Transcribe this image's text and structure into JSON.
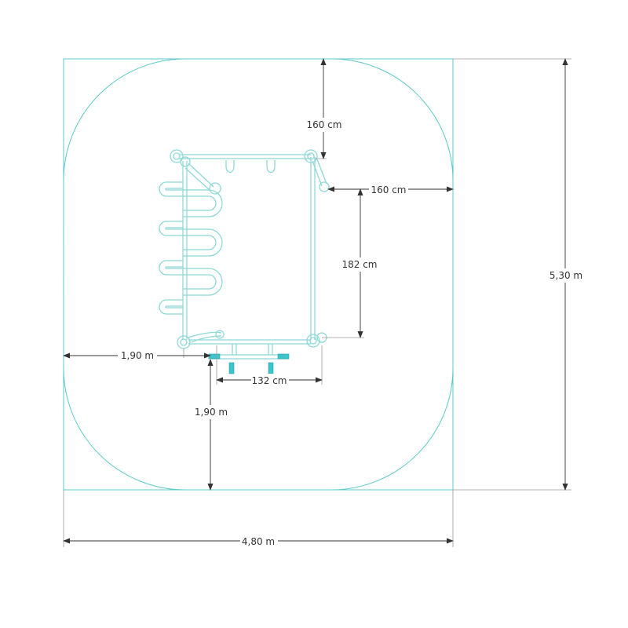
{
  "colors": {
    "outline": "#5cc8c8",
    "equipment": "#8ed8d8",
    "accent": "#3cc4cc",
    "dimension": "#999999",
    "text": "#333333"
  },
  "dimensions": {
    "top_clearance": "160 cm",
    "right_clearance": "160 cm",
    "frame_depth": "182 cm",
    "left_clearance": "1,90 m",
    "frame_width": "132 cm",
    "bottom_clearance": "1,90 m",
    "total_width": "4,80 m",
    "total_height": "5,30 m"
  }
}
